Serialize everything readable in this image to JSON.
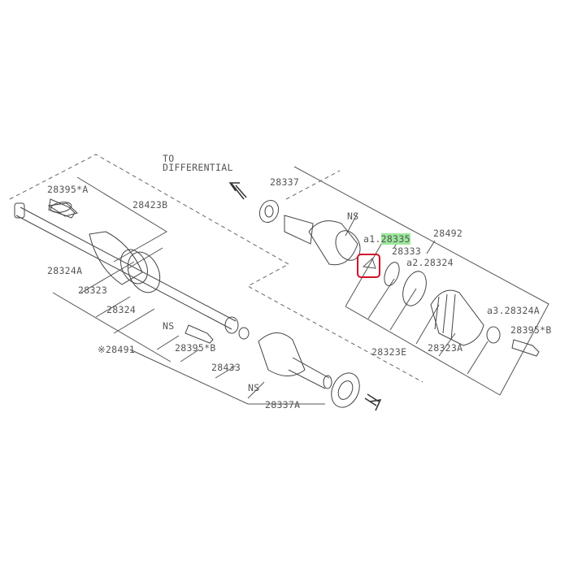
{
  "direction_note": {
    "line1": "TO",
    "line2": "DIFFERENTIAL"
  },
  "labels": {
    "p28395A": "28395*A",
    "p28423B": "28423B",
    "p28324A_left": "28324A",
    "p28323": "28323",
    "p28324_left": "28324",
    "ns_left": "NS",
    "p28491": "※28491",
    "p28395B_left": "28395*B",
    "p28433": "28433",
    "ns_bottom": "NS",
    "p28337A": "28337A",
    "p28337": "28337",
    "ns_right": "NS",
    "a1_prefix": "a1.",
    "p28335": "28335",
    "p28492": "28492",
    "p28333": "28333",
    "a2_28324": "a2.28324",
    "a3_28324A": "a3.28324A",
    "p28395B_right": "28395*B",
    "p28323E": "28323E",
    "p28323A": "28323A"
  },
  "highlight": {
    "part": "28335",
    "color": "#9be89b",
    "selection_color": "#d0102a"
  }
}
